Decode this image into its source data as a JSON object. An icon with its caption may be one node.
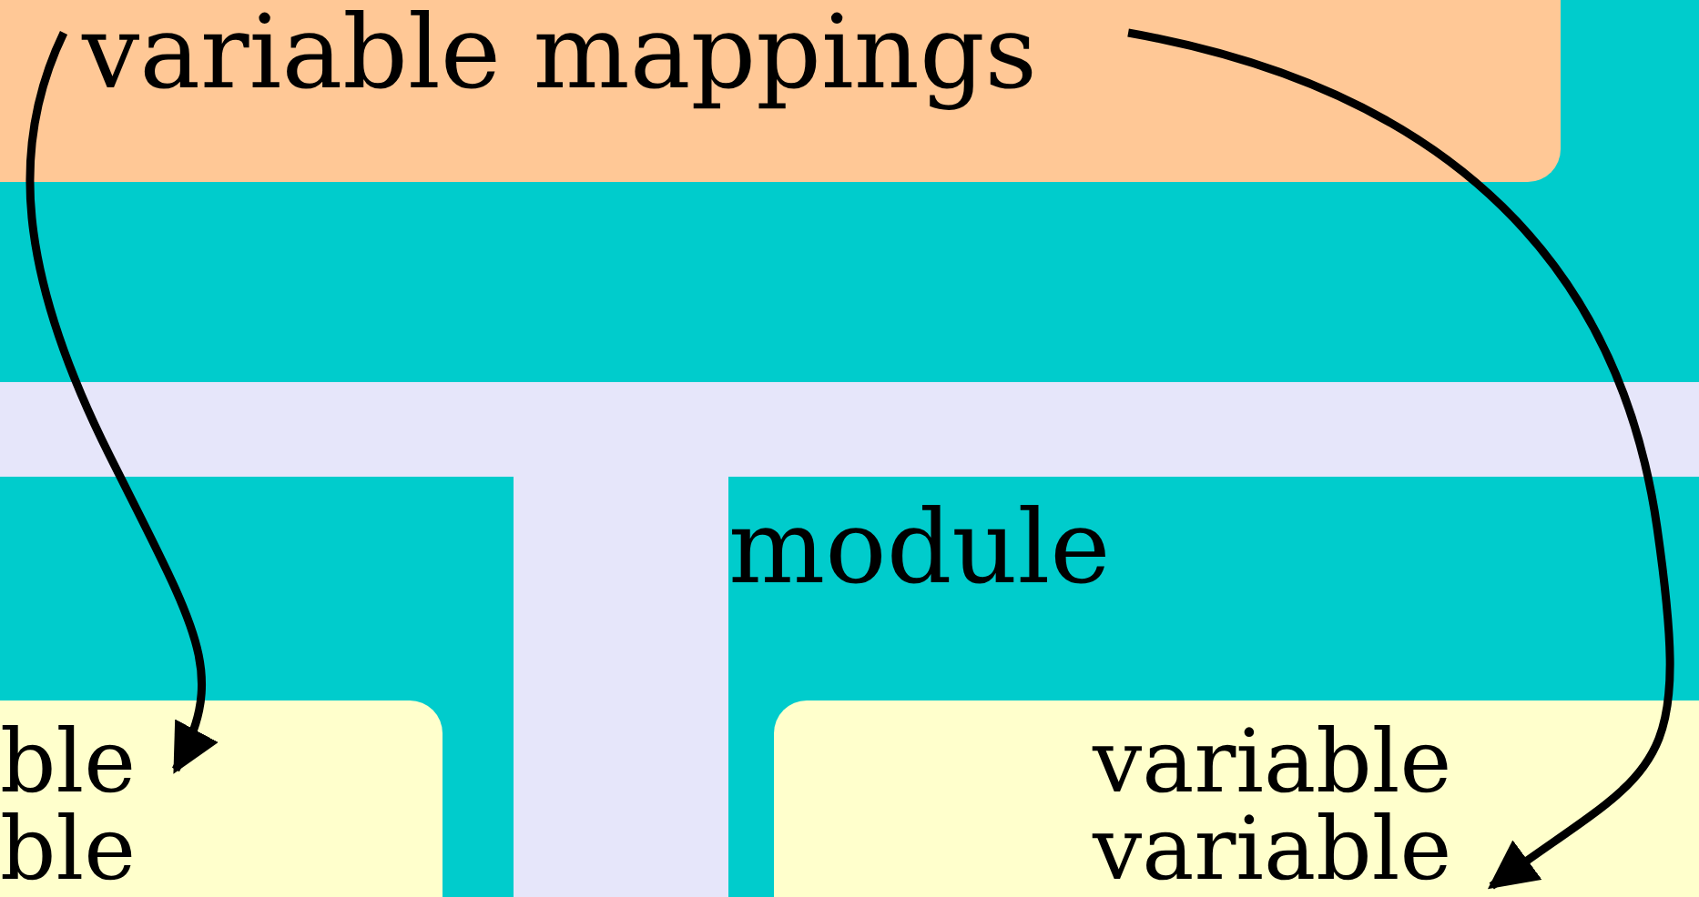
{
  "diagram": {
    "nodes": [
      {
        "text": [],
        "shape": "box"
      },
      {
        "text": [
          "variable mappings"
        ],
        "in": 0
      },
      {
        "text": [],
        "shape": "box"
      },
      {
        "text": [],
        "shape": "box",
        "in": 2
      },
      {
        "text": [
          "ble"
        ],
        "in": 3
      },
      {
        "text": [
          "ble"
        ],
        "in": 3
      },
      {
        "text": [
          "module"
        ]
      },
      {
        "text": [],
        "shape": "box",
        "in": 6
      },
      {
        "text": [
          "variable"
        ],
        "in": 7
      },
      {
        "text": [
          "variable"
        ],
        "in": 7
      }
    ],
    "edges": [
      {
        "from": 1,
        "to": 4,
        "arrow": "to"
      },
      {
        "from": 1,
        "to": 9,
        "arrow": "to"
      }
    ]
  }
}
